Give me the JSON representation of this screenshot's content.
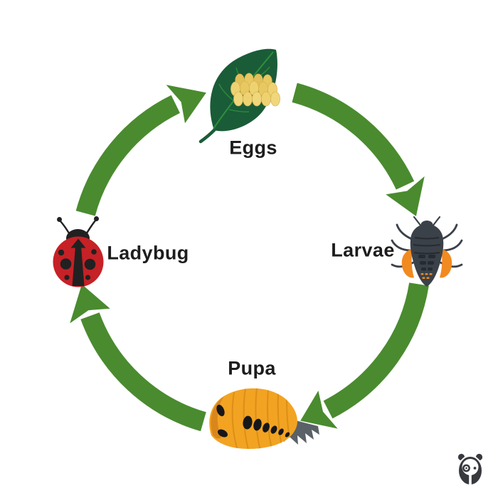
{
  "background_color": "#ffffff",
  "diagram": {
    "type": "cycle",
    "subject": "Ladybug life cycle",
    "direction": "clockwise",
    "stages": [
      {
        "label": "Eggs",
        "icon": "eggs-on-leaf-icon",
        "position": "top"
      },
      {
        "label": "Larvae",
        "icon": "larva-icon",
        "position": "right"
      },
      {
        "label": "Pupa",
        "icon": "pupa-icon",
        "position": "bottom"
      },
      {
        "label": "Ladybug",
        "icon": "ladybug-icon",
        "position": "left"
      }
    ],
    "arrows": [
      {
        "from": "Eggs",
        "to": "Larvae"
      },
      {
        "from": "Larvae",
        "to": "Pupa"
      },
      {
        "from": "Pupa",
        "to": "Ladybug"
      },
      {
        "from": "Ladybug",
        "to": "Eggs"
      }
    ],
    "colors": {
      "arrow_green": "#4a8b2f",
      "leaf_green": "#1a5c38",
      "leaf_vein_green": "#2f8f3a",
      "egg_yellow": "#eed272",
      "egg_yellow_dark": "#e2c05a",
      "larva_dark": "#3b4148",
      "larva_orange": "#f18a21",
      "ladybug_red": "#c62126",
      "ladybug_black": "#212121",
      "pupa_orange": "#f2a322",
      "pupa_shade": "#d9861c",
      "pupa_tail_gray": "#5a6167",
      "label_text": "#1d1d1d",
      "logo_gray": "#37393e"
    }
  },
  "branding": {
    "logo": "panda-logo"
  }
}
